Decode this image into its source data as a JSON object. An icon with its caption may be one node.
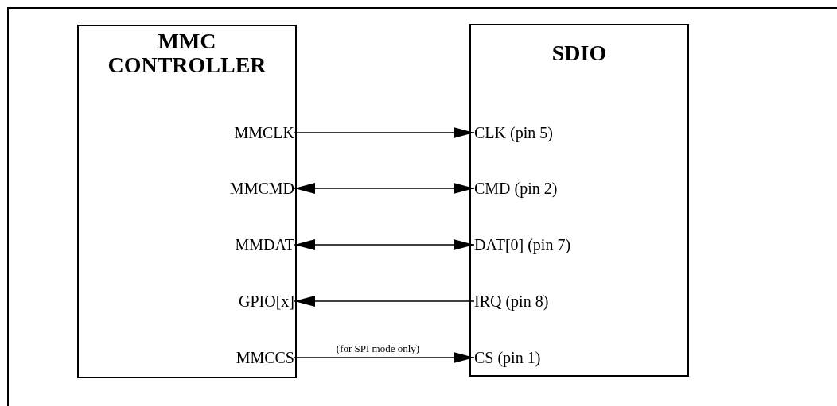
{
  "diagram": {
    "nodes": [
      {
        "text": [
          "MMC CONTROLLER"
        ]
      },
      {
        "text": [
          "SDIO"
        ]
      },
      {
        "text": [
          "MMCLK"
        ],
        "in": 0
      },
      {
        "text": [
          "MMCMD"
        ],
        "in": 0
      },
      {
        "text": [
          "MMDAT"
        ],
        "in": 0
      },
      {
        "text": [
          "GPIO[x]"
        ],
        "in": 0
      },
      {
        "text": [
          "MMCCS"
        ],
        "in": 0
      },
      {
        "text": [
          "CLK (pin 5)"
        ],
        "in": 1
      },
      {
        "text": [
          "CMD (pin 2)"
        ],
        "in": 1
      },
      {
        "text": [
          "DAT[0] (pin 7)"
        ],
        "in": 1
      },
      {
        "text": [
          "IRQ (pin 8)"
        ],
        "in": 1
      },
      {
        "text": [
          "CS (pin 1)"
        ],
        "in": 1
      }
    ],
    "edges": [
      {
        "from": 2,
        "to": 7,
        "arrow": "to"
      },
      {
        "from": 3,
        "to": 8,
        "arrow": "both"
      },
      {
        "from": 4,
        "to": 9,
        "arrow": "both"
      },
      {
        "from": 10,
        "to": 5,
        "arrow": "to"
      },
      {
        "from": 6,
        "to": 11,
        "arrow": "to",
        "label": "(for SPI mode only)"
      }
    ]
  }
}
